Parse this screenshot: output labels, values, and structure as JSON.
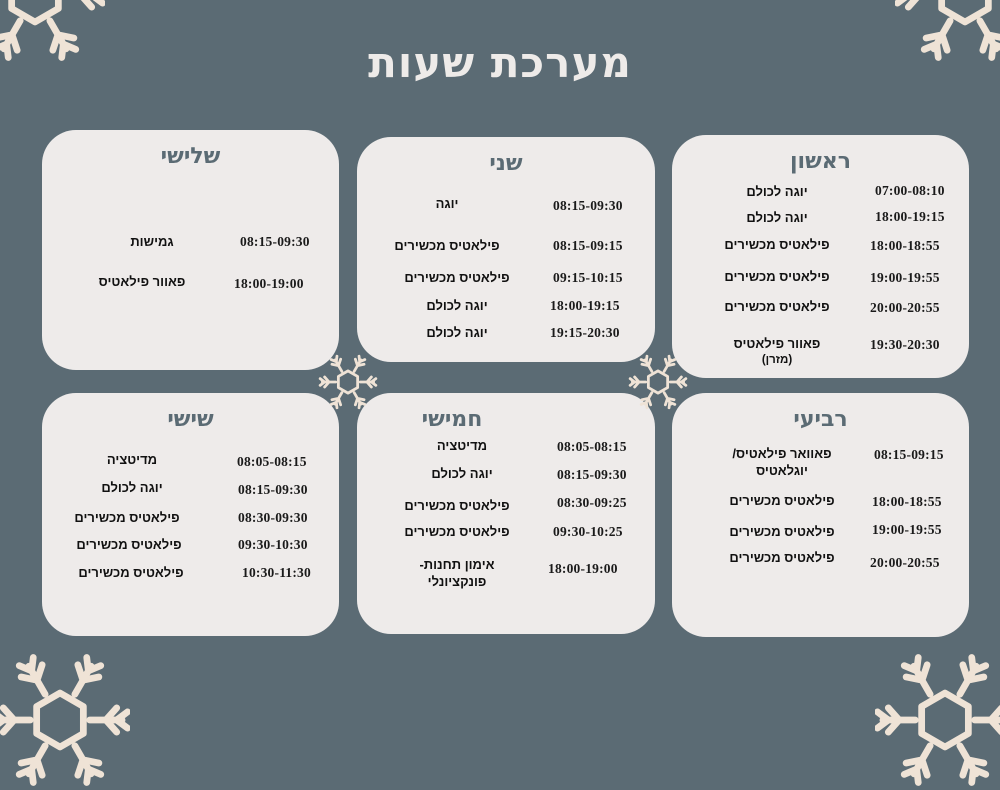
{
  "title": "מערכת שעות",
  "colors": {
    "background": "#5b6b74",
    "card": "#eeebea",
    "heading": "#5b6b74",
    "ornament": "#efe3d6"
  },
  "days": [
    {
      "name": "ראשון",
      "rows": [
        {
          "time": "07:00-08:10",
          "class": "יוגה לכולם"
        },
        {
          "time": "18:00-19:15",
          "class": "יוגה לכולם"
        },
        {
          "time": "18:00-18:55",
          "class": "פילאטיס מכשירים"
        },
        {
          "time": "19:00-19:55",
          "class": "פילאטיס מכשירים"
        },
        {
          "time": "20:00-20:55",
          "class": "פילאטיס מכשירים"
        },
        {
          "time": "19:30-20:30",
          "class": "פאוור פילאטיס",
          "sub": "(מזרן)"
        }
      ]
    },
    {
      "name": "שני",
      "rows": [
        {
          "time": "08:15-09:30",
          "class": "יוגה"
        },
        {
          "time": "08:15-09:15",
          "class": "פילאטיס מכשירים"
        },
        {
          "time": "09:15-10:15",
          "class": "פילאטיס מכשירים"
        },
        {
          "time": "18:00-19:15",
          "class": "יוגה לכולם"
        },
        {
          "time": "19:15-20:30",
          "class": "יוגה לכולם"
        }
      ]
    },
    {
      "name": "שלישי",
      "rows": [
        {
          "time": "08:15-09:30",
          "class": "גמישות"
        },
        {
          "time": "18:00-19:00",
          "class": "פאוור פילאטיס"
        }
      ]
    },
    {
      "name": "רביעי",
      "rows": [
        {
          "time": "08:15-09:15",
          "class": "פאוואר פילאטיס/",
          "sub": "יוגלאטיס"
        },
        {
          "time": "18:00-18:55",
          "class": "פילאטיס מכשירים"
        },
        {
          "time": "19:00-19:55",
          "class": "פילאטיס מכשירים"
        },
        {
          "time": "20:00-20:55",
          "class": "פילאטיס מכשירים"
        }
      ]
    },
    {
      "name": "חמישי",
      "rows": [
        {
          "time": "08:05-08:15",
          "class": "מדיטציה"
        },
        {
          "time": "08:15-09:30",
          "class": "יוגה לכולם"
        },
        {
          "time": "08:30-09:25",
          "class": "פילאטיס מכשירים"
        },
        {
          "time": "09:30-10:25",
          "class": "פילאטיס מכשירים"
        },
        {
          "time": "18:00-19:00",
          "class": "אימון תחנות-",
          "sub": "פונקציונלי"
        }
      ]
    },
    {
      "name": "שישי",
      "rows": [
        {
          "time": "08:05-08:15",
          "class": "מדיטציה"
        },
        {
          "time": "08:15-09:30",
          "class": "יוגה לכולם"
        },
        {
          "time": "08:30-09:30",
          "class": "פילאטיס מכשירים"
        },
        {
          "time": "09:30-10:30",
          "class": "פילאטיס מכשירים"
        },
        {
          "time": "10:30-11:30",
          "class": "פילאטיס מכשירים"
        }
      ]
    }
  ],
  "ornaments": [
    "snowflake-icon"
  ]
}
